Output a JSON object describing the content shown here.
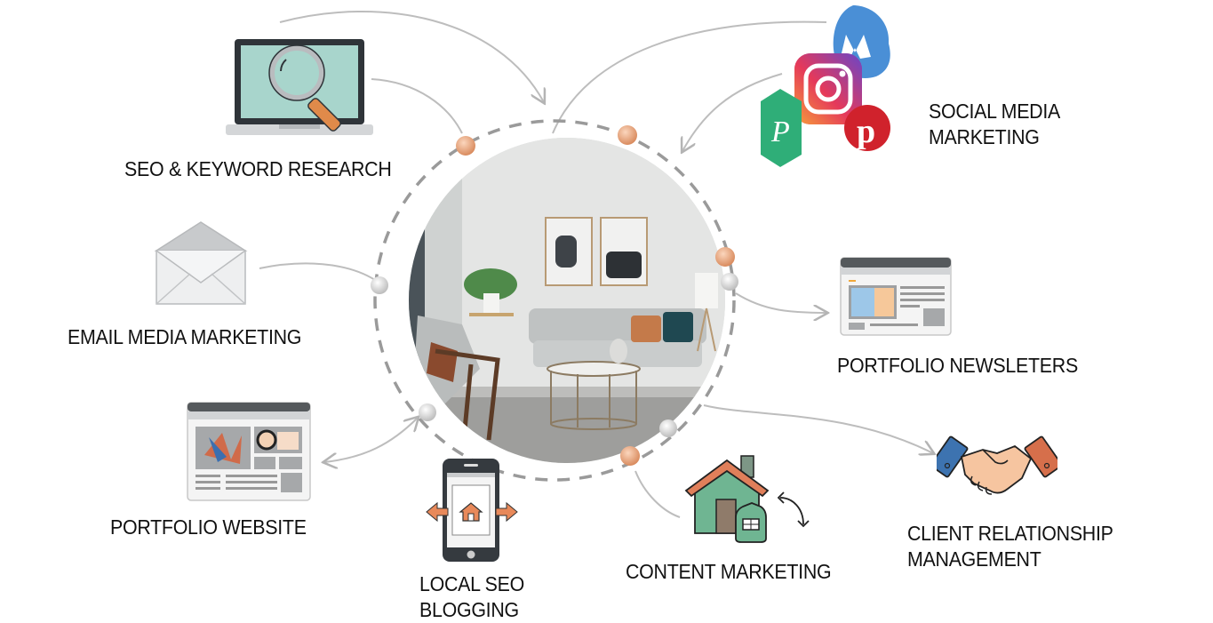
{
  "diagram": {
    "center": {
      "image_alt": "modern living room interior",
      "description": "Central circular photo of a staged living room with grey sofa, armchair, coffee table, plant and framed art"
    },
    "nodes": [
      {
        "id": "seo",
        "label": "SEO & KEYWORD RESEARCH",
        "icon": "laptop-magnifier-icon"
      },
      {
        "id": "social",
        "label_line1": "SOCIAL MEDIA",
        "label_line2": "MARKETING",
        "icon": "social-media-icons"
      },
      {
        "id": "email",
        "label": "EMAIL MEDIA MARKETING",
        "icon": "envelope-icon"
      },
      {
        "id": "newsletters",
        "label": "PORTFOLIO NEWSLETERS",
        "icon": "webpage-icon"
      },
      {
        "id": "website",
        "label": "PORTFOLIO WEBSITE",
        "icon": "website-gallery-icon"
      },
      {
        "id": "local_seo",
        "label_line1": "LOCAL SEO",
        "label_line2": "BLOGGING",
        "icon": "smartphone-house-icon"
      },
      {
        "id": "content",
        "label": "CONTENT MARKETING",
        "icon": "house-icon"
      },
      {
        "id": "crm",
        "label_line1": "CLIENT RELATIONSHIP",
        "label_line2": "MANAGEMENT",
        "icon": "handshake-icon"
      }
    ],
    "colors": {
      "connector": "#b8b8b8",
      "dashed_ring": "#9a9a9a",
      "orange_node": "#e0a07a",
      "grey_node": "#d8d8d8",
      "teal_screen": "#a8d5cc",
      "house_green": "#6fb592",
      "roof_orange": "#e07f5a"
    }
  }
}
